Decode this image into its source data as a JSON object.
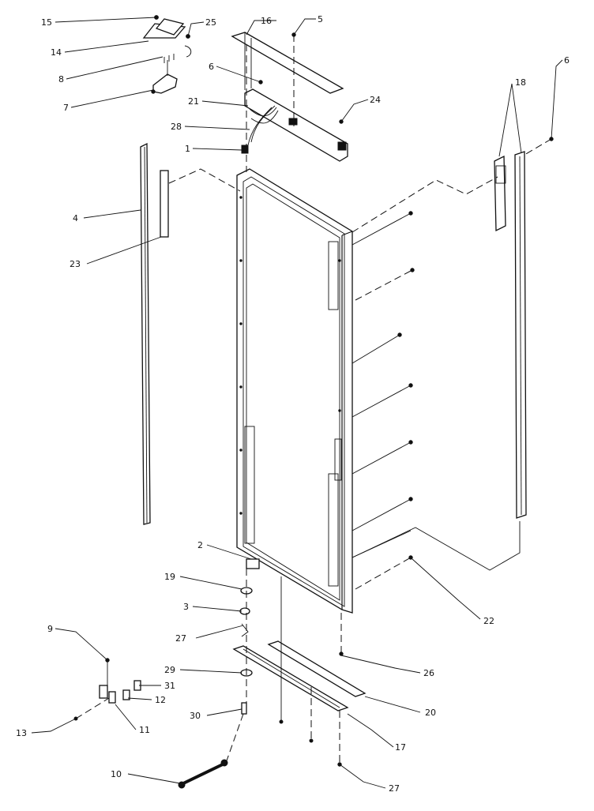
{
  "callouts": [
    {
      "id": "c15",
      "text": "15"
    },
    {
      "id": "c14",
      "text": "14"
    },
    {
      "id": "c25",
      "text": "25"
    },
    {
      "id": "c8",
      "text": "8"
    },
    {
      "id": "c7",
      "text": "7"
    },
    {
      "id": "c16",
      "text": "16"
    },
    {
      "id": "c5",
      "text": "5"
    },
    {
      "id": "c6a",
      "text": "6"
    },
    {
      "id": "c21",
      "text": "21"
    },
    {
      "id": "c24",
      "text": "24"
    },
    {
      "id": "c28",
      "text": "28"
    },
    {
      "id": "c1",
      "text": "1"
    },
    {
      "id": "c18",
      "text": "18"
    },
    {
      "id": "c6b",
      "text": "6"
    },
    {
      "id": "c4",
      "text": "4"
    },
    {
      "id": "c23",
      "text": "23"
    },
    {
      "id": "c2",
      "text": "2"
    },
    {
      "id": "c19",
      "text": "19"
    },
    {
      "id": "c3",
      "text": "3"
    },
    {
      "id": "c27a",
      "text": "27"
    },
    {
      "id": "c22",
      "text": "22"
    },
    {
      "id": "c9",
      "text": "9"
    },
    {
      "id": "c29",
      "text": "29"
    },
    {
      "id": "c31",
      "text": "31"
    },
    {
      "id": "c12",
      "text": "12"
    },
    {
      "id": "c26",
      "text": "26"
    },
    {
      "id": "c30",
      "text": "30"
    },
    {
      "id": "c20",
      "text": "20"
    },
    {
      "id": "c13",
      "text": "13"
    },
    {
      "id": "c11",
      "text": "11"
    },
    {
      "id": "c17",
      "text": "17"
    },
    {
      "id": "c10",
      "text": "10"
    },
    {
      "id": "c27b",
      "text": "27"
    }
  ]
}
